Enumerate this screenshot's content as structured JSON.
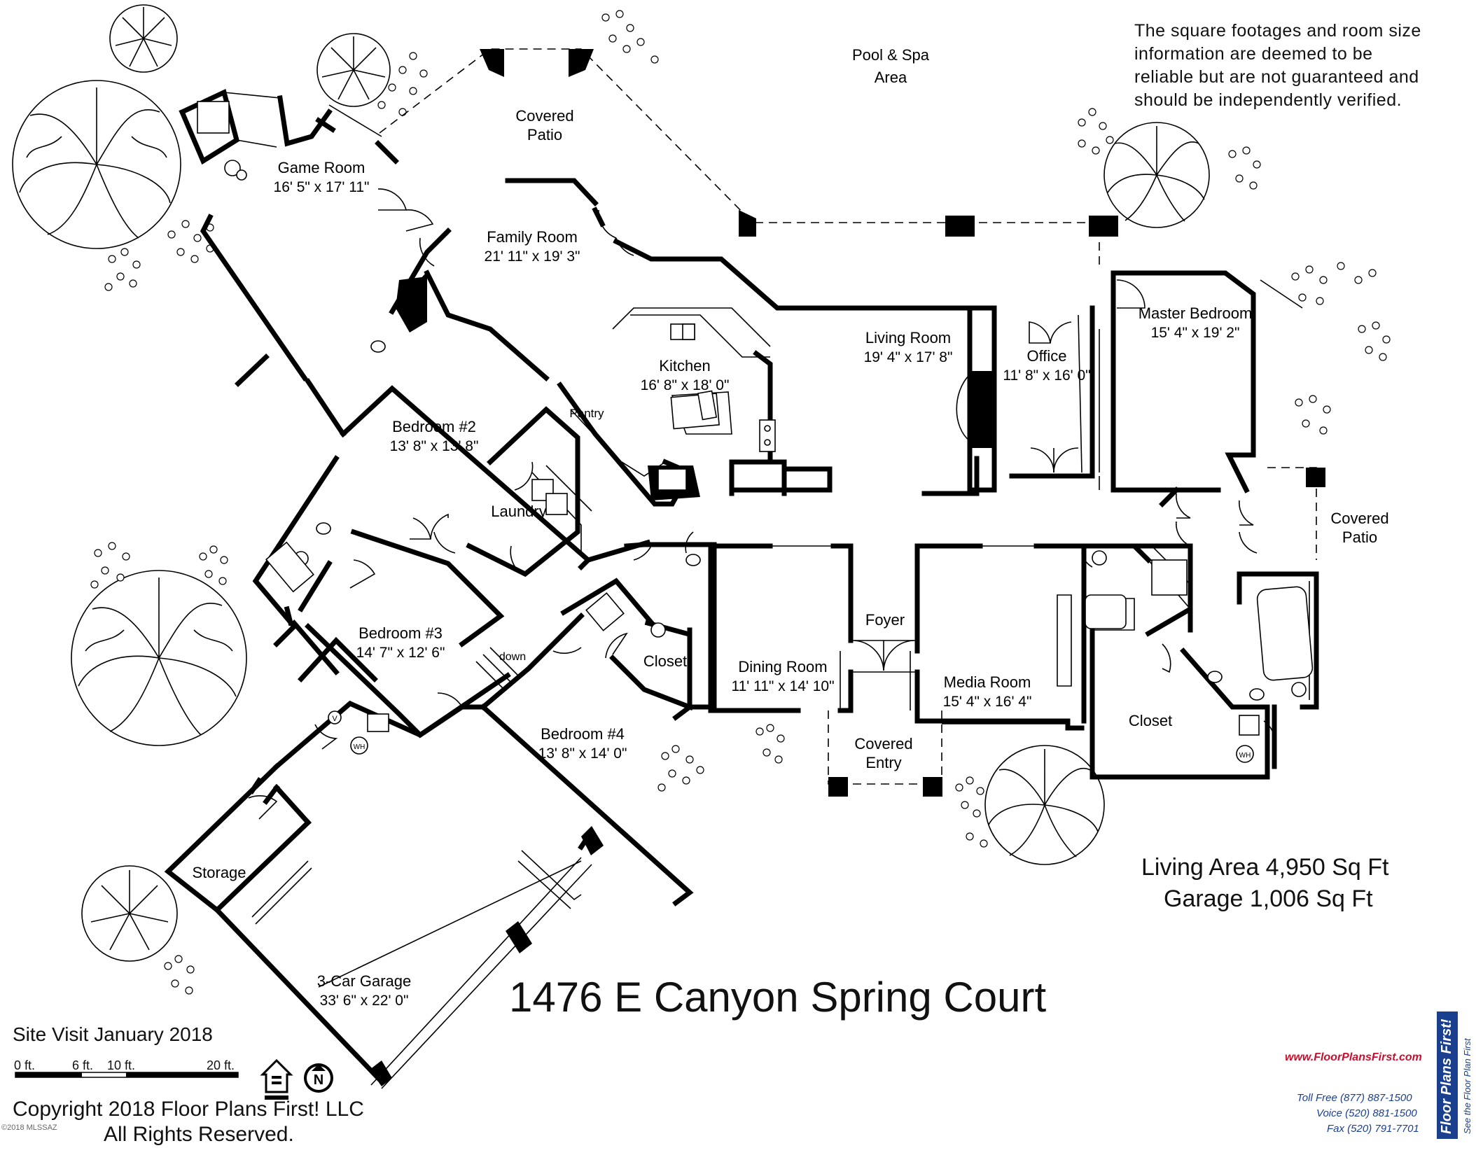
{
  "rooms": {
    "game_room": {
      "name": "Game Room",
      "dim": "16' 5\" x 17' 11\""
    },
    "covered_patio_top": {
      "line1": "Covered",
      "line2": "Patio"
    },
    "pool_spa": {
      "line1": "Pool & Spa",
      "line2": "Area"
    },
    "family_room": {
      "name": "Family Room",
      "dim": "21' 11\" x 19' 3\""
    },
    "kitchen": {
      "name": "Kitchen",
      "dim": "16' 8\" x 18' 0\""
    },
    "pantry": {
      "name": "Pantry"
    },
    "living_room": {
      "name": "Living Room",
      "dim": "19' 4\" x 17' 8\""
    },
    "office": {
      "name": "Office",
      "dim": "11' 8\" x 16' 0\""
    },
    "master_bedroom": {
      "name": "Master Bedroom",
      "dim": "15' 4\" x 19' 2\""
    },
    "bedroom2": {
      "name": "Bedroom #2",
      "dim": "13' 8\" x 13' 8\""
    },
    "laundry": {
      "name": "Laundry"
    },
    "bedroom3": {
      "name": "Bedroom #3",
      "dim": "14' 7\" x 12' 6\""
    },
    "closet_small": {
      "name": "Closet"
    },
    "dining_room": {
      "name": "Dining Room",
      "dim": "11' 11\" x 14' 10\""
    },
    "foyer": {
      "name": "Foyer"
    },
    "media_room": {
      "name": "Media Room",
      "dim": "15' 4\" x 16' 4\""
    },
    "closet_master": {
      "name": "Closet"
    },
    "covered_patio_right": {
      "line1": "Covered",
      "line2": "Patio"
    },
    "covered_entry": {
      "line1": "Covered",
      "line2": "Entry"
    },
    "bedroom4": {
      "name": "Bedroom #4",
      "dim": "13' 8\" x 14' 0\""
    },
    "storage": {
      "name": "Storage"
    },
    "garage": {
      "name": "3-Car Garage",
      "dim": "33' 6\" x 22' 0\""
    },
    "stairs_down": {
      "label": "down"
    }
  },
  "fixture_labels": {
    "water_heater": "WH",
    "vent": "V"
  },
  "disclaimer": [
    "The square footages and room size",
    "information are deemed to be",
    "reliable but are not guaranteed and",
    "should be independently verified."
  ],
  "area": {
    "living": "Living Area 4,950 Sq Ft",
    "garage": "Garage 1,006 Sq Ft"
  },
  "address": "1476 E Canyon Spring Court",
  "site_visit": "Site Visit January  2018",
  "scale": {
    "labels": [
      "0 ft.",
      "6 ft.",
      "10 ft.",
      "20 ft."
    ]
  },
  "compass": {
    "letter": "N"
  },
  "copyright": {
    "line1": "Copyright 2018 Floor Plans First! LLC",
    "line2": "All Rights Reserved."
  },
  "watermark": "©2018 MLSSAZ",
  "brand": {
    "url": "www.FloorPlansFirst.com",
    "toll_free": "Toll Free (877) 887-1500",
    "voice": "Voice (520) 881-1500",
    "fax": "Fax (520) 791-7701",
    "logo_text": "Floor Plans First!",
    "tagline": "See the Floor Plan First",
    "accent_color": "#1a3f8f",
    "url_color": "#c8102e"
  }
}
